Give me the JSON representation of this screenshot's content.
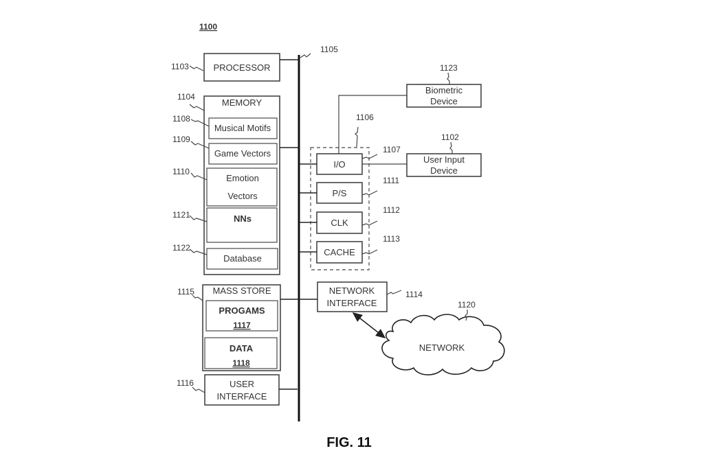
{
  "figure": {
    "number_label": "1100",
    "caption": "FIG. 11"
  },
  "bus": {
    "ref": "1105"
  },
  "processor": {
    "label": "PROCESSOR",
    "ref": "1103"
  },
  "memory": {
    "label": "MEMORY",
    "ref": "1104",
    "items": [
      {
        "label": "Musical Motifs",
        "ref": "1108"
      },
      {
        "label": "Game Vectors",
        "ref": "1109"
      },
      {
        "label_line1": "Emotion",
        "label_line2": "Vectors",
        "ref": "1110"
      },
      {
        "label": "NNs",
        "ref": "1121"
      },
      {
        "label": "Database",
        "ref": "1122"
      }
    ]
  },
  "mass_store": {
    "label": "MASS STORE",
    "ref": "1115",
    "programs": {
      "label": "PROGAMS",
      "ref": "1117"
    },
    "data": {
      "label": "DATA",
      "ref": "1118"
    }
  },
  "user_interface": {
    "label_line1": "USER",
    "label_line2": "INTERFACE",
    "ref": "1116"
  },
  "support_group": {
    "ref": "1106",
    "items": [
      {
        "label": "I/O",
        "ref": "1107"
      },
      {
        "label": "P/S",
        "ref": "1111"
      },
      {
        "label": "CLK",
        "ref": "1112"
      },
      {
        "label": "CACHE",
        "ref": "1113"
      }
    ]
  },
  "biometric_device": {
    "label_line1": "Biometric",
    "label_line2": "Device",
    "ref": "1123"
  },
  "user_input_device": {
    "label_line1": "User Input",
    "label_line2": "Device",
    "ref": "1102"
  },
  "network_interface": {
    "label_line1": "NETWORK",
    "label_line2": "INTERFACE",
    "ref": "1114"
  },
  "network": {
    "label": "NETWORK",
    "ref": "1120"
  }
}
